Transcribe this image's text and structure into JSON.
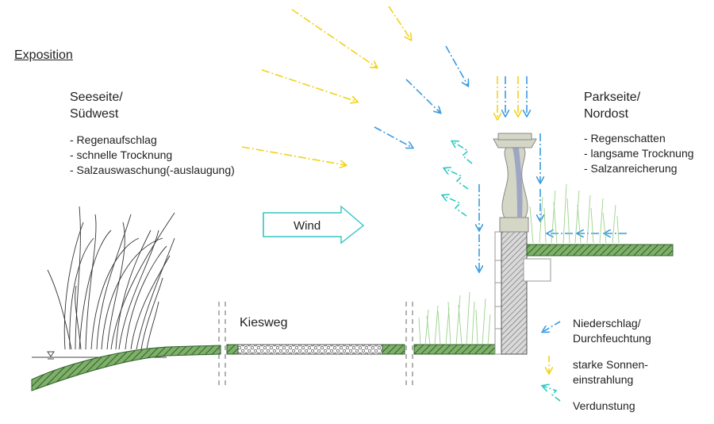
{
  "title": "Exposition",
  "left_side": {
    "heading": [
      "Seeseite/",
      "Südwest"
    ],
    "items": [
      "- Regenaufschlag",
      "- schnelle Trocknung",
      "- Salzauswaschung(-auslaugung)"
    ]
  },
  "right_side": {
    "heading": [
      "Parkseite/",
      "Nordost"
    ],
    "items": [
      "- Regenschatten",
      "- langsame Trocknung",
      "- Salzanreicherung"
    ]
  },
  "labels": {
    "wind": "Wind",
    "path": "Kiesweg"
  },
  "legend": [
    {
      "label": [
        "Niederschlag/",
        "Durchfeuchtung"
      ],
      "symbol": "rain-arrow",
      "color": "#3a9be0"
    },
    {
      "label": [
        "starke Sonnen-",
        "einstrahlung"
      ],
      "symbol": "sun-arrow",
      "color": "#f2d21b"
    },
    {
      "label": [
        "Verdunstung"
      ],
      "symbol": "evaporation-arrow",
      "color": "#2ec9c0"
    }
  ],
  "colors": {
    "rain": "#3a9be0",
    "sun": "#f2d21b",
    "evaporation": "#2ec9c0",
    "wind": "#35c5c5",
    "ground": "#6aa84f",
    "grass": "#9bd28a",
    "reeds": "#333333"
  }
}
